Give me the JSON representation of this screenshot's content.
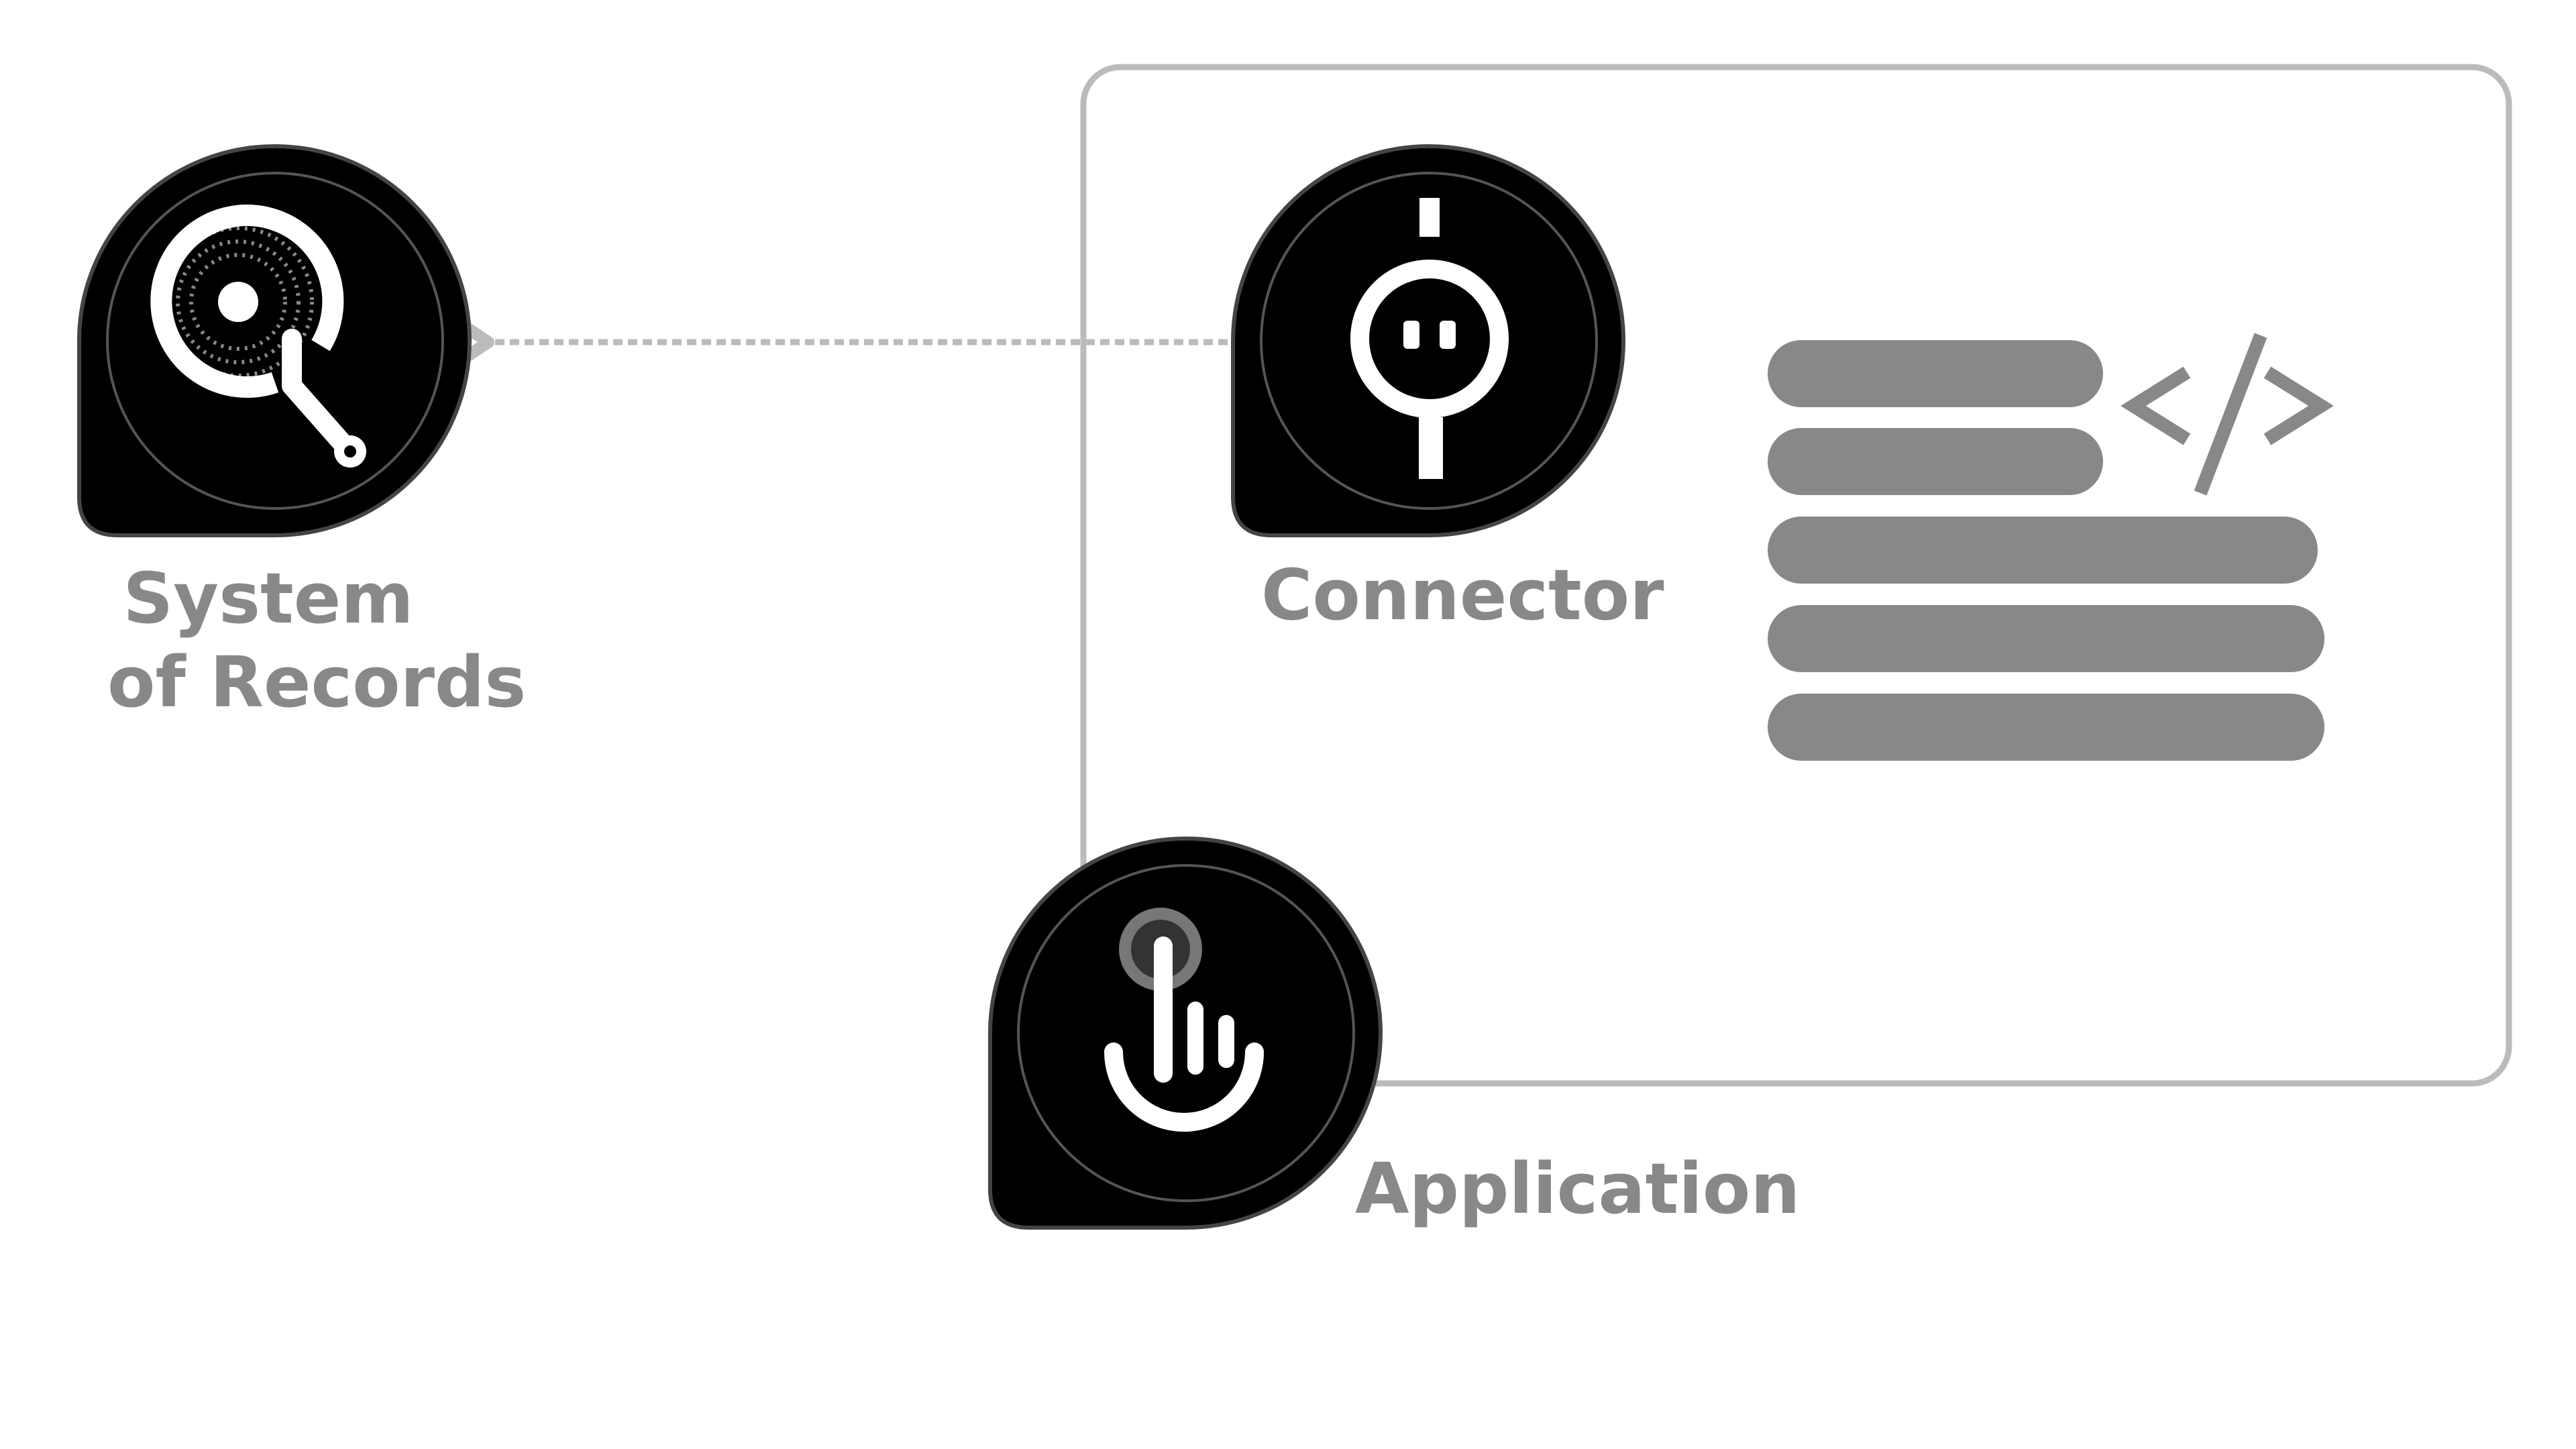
{
  "nodes": {
    "system_of_records": {
      "label_line1": "System",
      "label_line2": "of Records",
      "icon": "turntable-icon"
    },
    "connector": {
      "label": "Connector",
      "icon": "connector-plug-icon"
    },
    "application": {
      "label": "Application",
      "icon": "tap-hand-icon"
    }
  },
  "code_panel": {
    "icon": "code-brackets-icon",
    "code_line_count": 5
  },
  "colors": {
    "node_fill": "#000000",
    "label_text": "#888888",
    "code_bar": "#888888",
    "frame_stroke": "#bbbbbb",
    "arrow": "#bbbbbb",
    "icon_white": "#ffffff"
  }
}
